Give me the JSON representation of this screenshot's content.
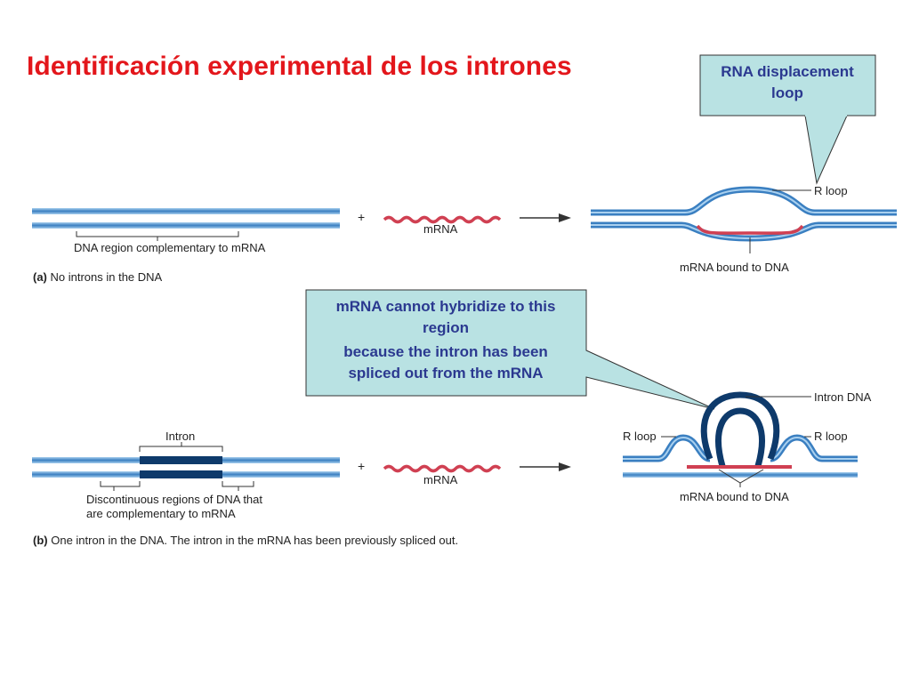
{
  "title": "Identificación experimental de los intrones",
  "callout_top": {
    "line1": "RNA displacement",
    "line2": "loop"
  },
  "callout_middle": {
    "line1": "mRNA cannot hybridize to this",
    "line2": "region",
    "line3": "because the intron has been",
    "line4": "spliced out from the mRNA"
  },
  "panel_a": {
    "dna_region_label": "DNA region complementary to mRNA",
    "plus": "+",
    "mrna_label": "mRNA",
    "r_loop_label": "R loop",
    "bound_label": "mRNA bound to DNA",
    "caption_tag": "(a)",
    "caption_text": " No introns in the DNA"
  },
  "panel_b": {
    "intron_label": "Intron",
    "discontinuous_line1": "Discontinuous regions of DNA that",
    "discontinuous_line2": "are complementary to mRNA",
    "plus": "+",
    "mrna_label": "mRNA",
    "intron_dna_label": "Intron DNA",
    "r_loop_left": "R loop",
    "r_loop_right": "R loop",
    "bound_label": "mRNA bound to DNA",
    "caption_tag": "(b)",
    "caption_text": " One intron in the DNA. The intron in the mRNA has been previously spliced out."
  },
  "colors": {
    "title": "#e3161b",
    "dna_strand": "#3a7fc1",
    "dna_light": "#8fbfe6",
    "intron": "#0e3a6b",
    "mrna": "#d04052",
    "callout_fill": "#b9e2e3",
    "callout_text": "#2b3990"
  }
}
